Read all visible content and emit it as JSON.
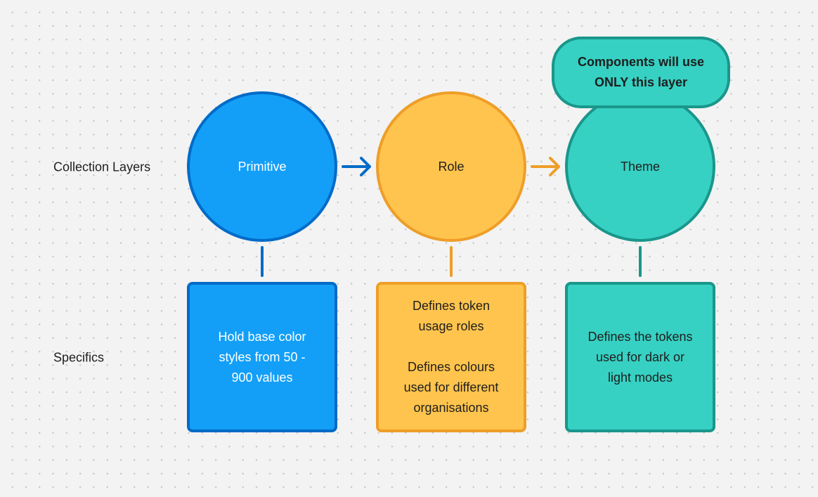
{
  "row_labels": {
    "layers": "Collection Layers",
    "specifics": "Specifics"
  },
  "layers": [
    {
      "name": "Primitive",
      "specifics": "Hold base color\nstyles from 50 -\n900 values",
      "color": "#139ff7"
    },
    {
      "name": "Role",
      "specifics": "Defines token\nusage roles\n\nDefines colours\nused for different\norganisations",
      "color": "#ffc44d"
    },
    {
      "name": "Theme",
      "specifics": "Defines the tokens\nused for dark or\nlight modes",
      "color": "#36d1c3"
    }
  ],
  "callout": "Components will use\nONLY this layer"
}
